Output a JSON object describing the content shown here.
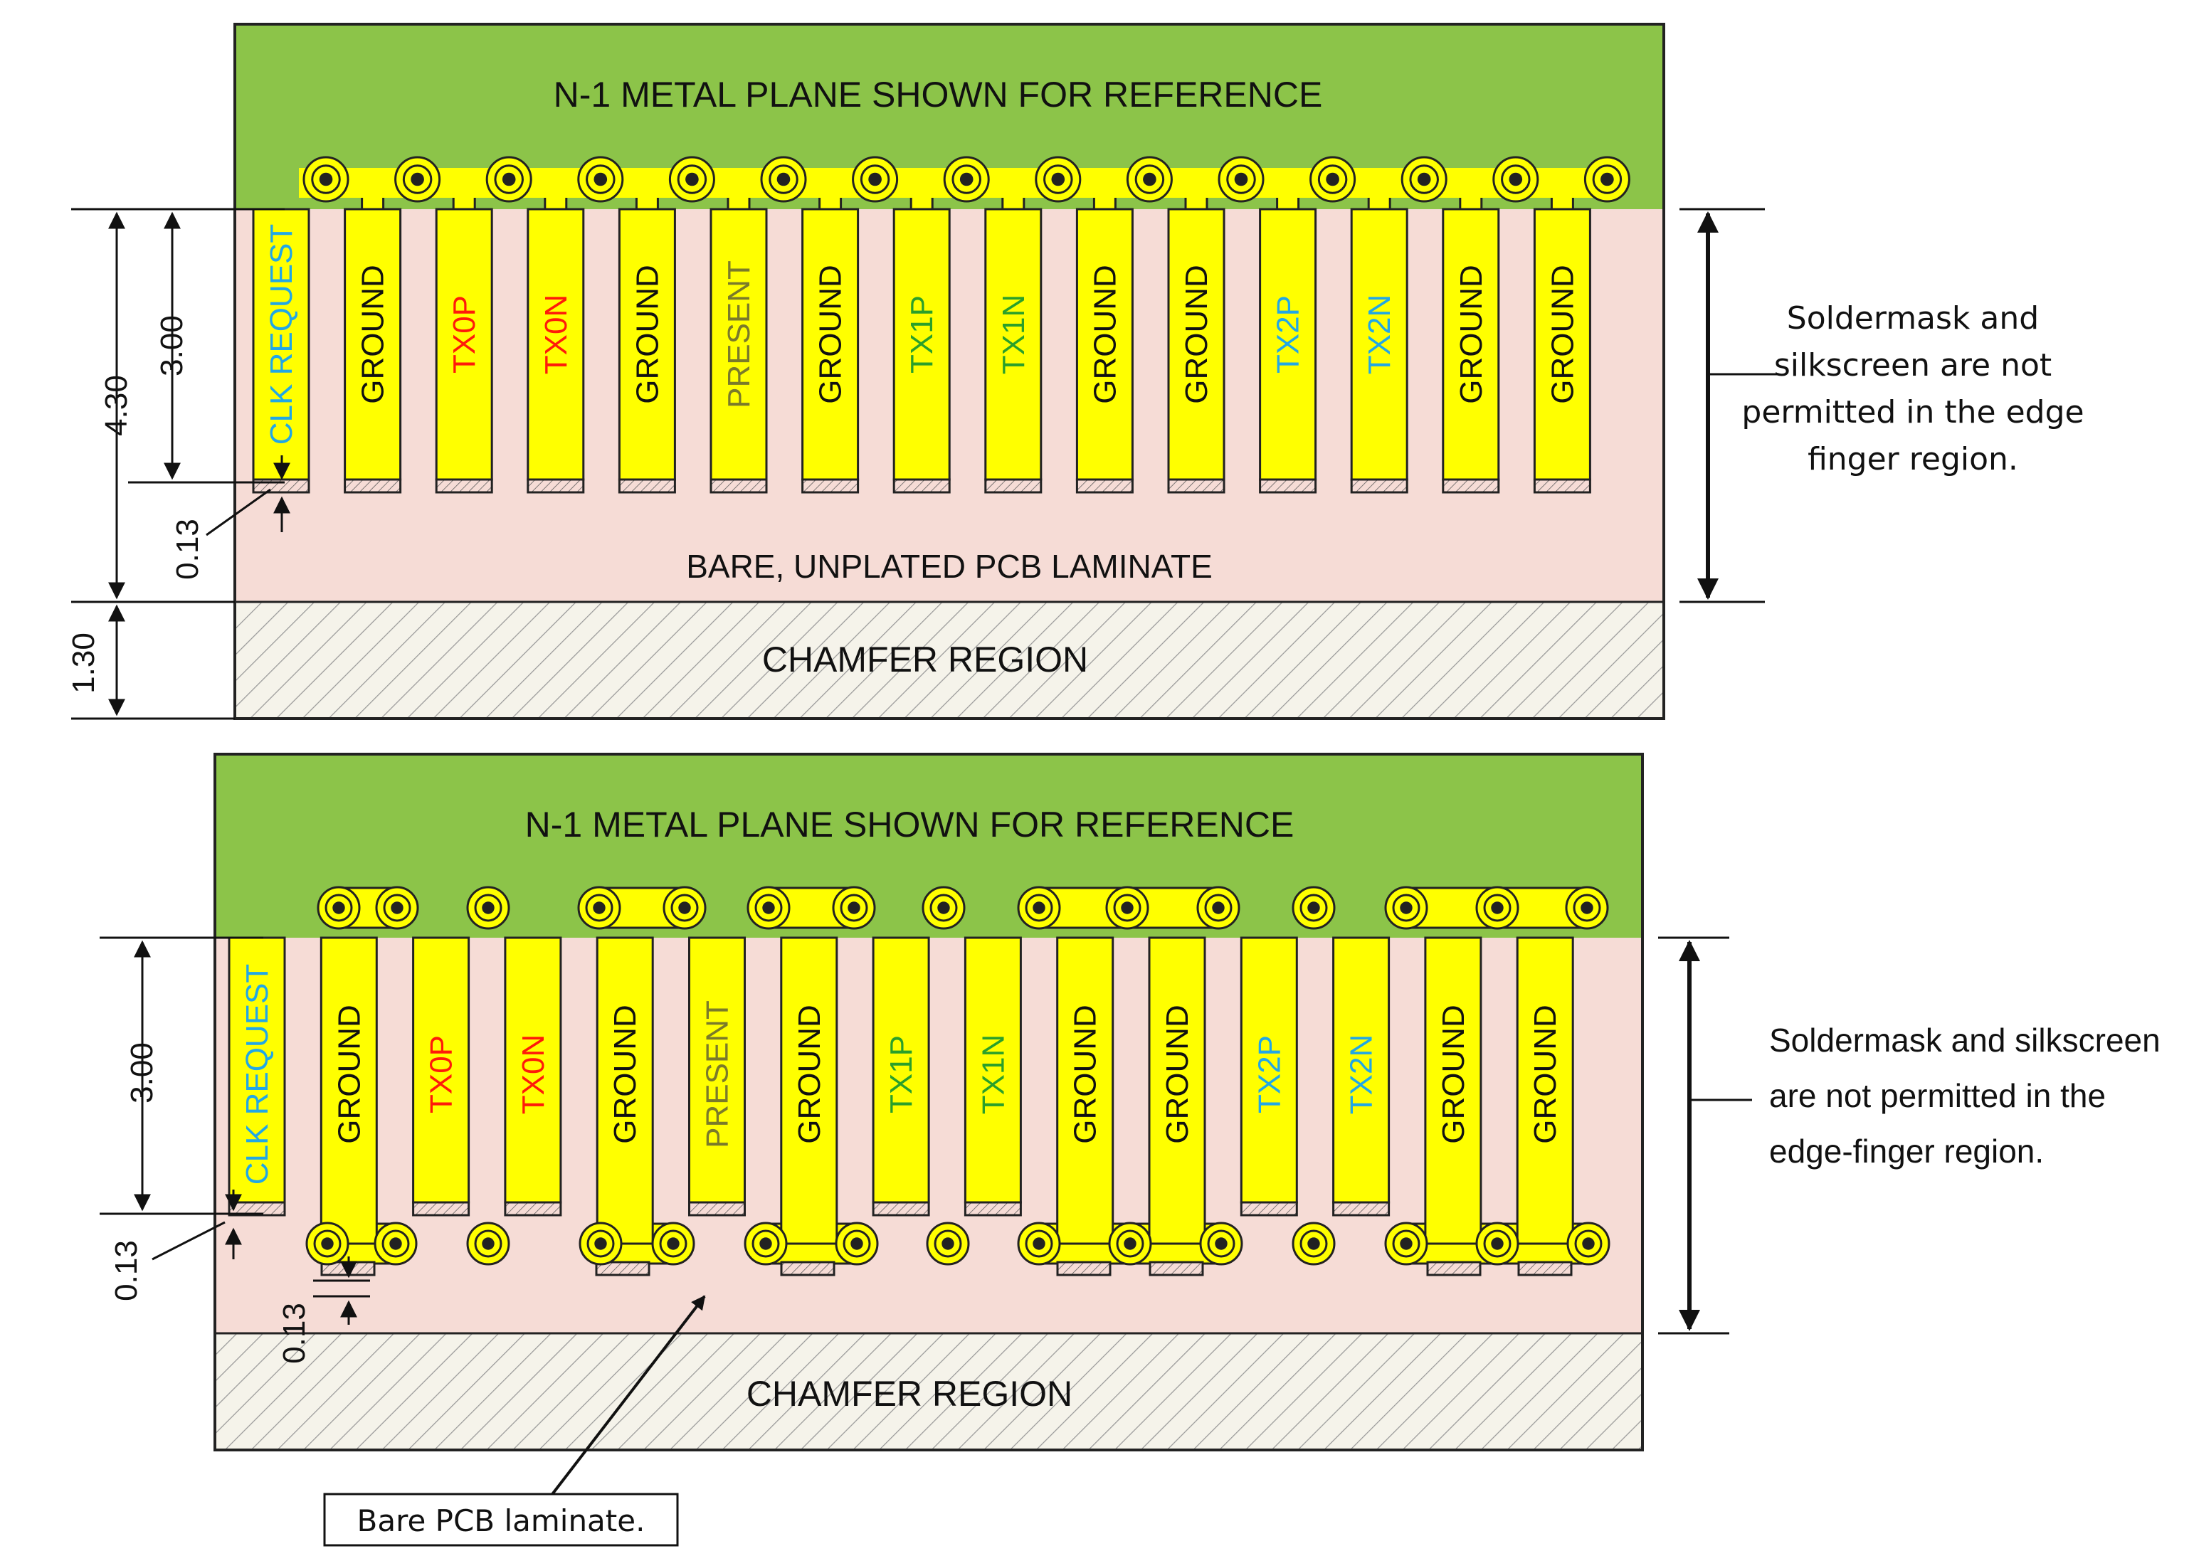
{
  "colors": {
    "plane_green": "#8cc449",
    "finger_yellow": "#ffff00",
    "laminate_pink": "#f6dcd6",
    "chamfer_bg": "#f5f3ea",
    "hatch": "#999999",
    "outline": "#222222",
    "label_black": "#111111",
    "label_red": "#ff1a0a",
    "label_olive": "#7a7a2a",
    "label_green": "#2aa02a",
    "label_cyan": "#21a7e6"
  },
  "top_diagram": {
    "plane_label": "N-1 METAL PLANE SHOWN FOR REFERENCE",
    "laminate_label": "BARE, UNPLATED PCB LAMINATE",
    "chamfer_label": "CHAMFER REGION",
    "fingers": [
      {
        "label": "CLK REQUEST",
        "color": "cyan"
      },
      {
        "label": "GROUND",
        "color": "black"
      },
      {
        "label": "TX0P",
        "color": "red"
      },
      {
        "label": "TX0N",
        "color": "red"
      },
      {
        "label": "GROUND",
        "color": "black"
      },
      {
        "label": "PRESENT",
        "color": "olive"
      },
      {
        "label": "GROUND",
        "color": "black"
      },
      {
        "label": "TX1P",
        "color": "green"
      },
      {
        "label": "TX1N",
        "color": "green"
      },
      {
        "label": "GROUND",
        "color": "black"
      },
      {
        "label": "GROUND",
        "color": "black"
      },
      {
        "label": "TX2P",
        "color": "cyan"
      },
      {
        "label": "TX2N",
        "color": "cyan"
      },
      {
        "label": "GROUND",
        "color": "black"
      },
      {
        "label": "GROUND",
        "color": "black"
      }
    ],
    "dimensions": {
      "total": "4.30",
      "finger_length": "3.00",
      "gap": "0.13",
      "chamfer": "1.30"
    },
    "note_lines": [
      "Soldermask and",
      "silkscreen are not",
      "permitted in the edge",
      "finger region."
    ]
  },
  "bottom_diagram": {
    "plane_label": "N-1 METAL PLANE SHOWN FOR REFERENCE",
    "chamfer_label": "CHAMFER REGION",
    "fingers": [
      {
        "label": "CLK REQUEST",
        "color": "cyan"
      },
      {
        "label": "GROUND",
        "color": "black"
      },
      {
        "label": "TX0P",
        "color": "red"
      },
      {
        "label": "TX0N",
        "color": "red"
      },
      {
        "label": "GROUND",
        "color": "black"
      },
      {
        "label": "PRESENT",
        "color": "olive"
      },
      {
        "label": "GROUND",
        "color": "black"
      },
      {
        "label": "TX1P",
        "color": "green"
      },
      {
        "label": "TX1N",
        "color": "green"
      },
      {
        "label": "GROUND",
        "color": "black"
      },
      {
        "label": "GROUND",
        "color": "black"
      },
      {
        "label": "TX2P",
        "color": "cyan"
      },
      {
        "label": "TX2N",
        "color": "cyan"
      },
      {
        "label": "GROUND",
        "color": "black"
      },
      {
        "label": "GROUND",
        "color": "black"
      }
    ],
    "dimensions": {
      "finger_length": "3.00",
      "gap": "0.13",
      "via_gap": "0.13"
    },
    "note_lines": [
      "Soldermask and silkscreen",
      "are not permitted in the",
      "edge-finger region."
    ],
    "callout": "Bare PCB laminate."
  }
}
